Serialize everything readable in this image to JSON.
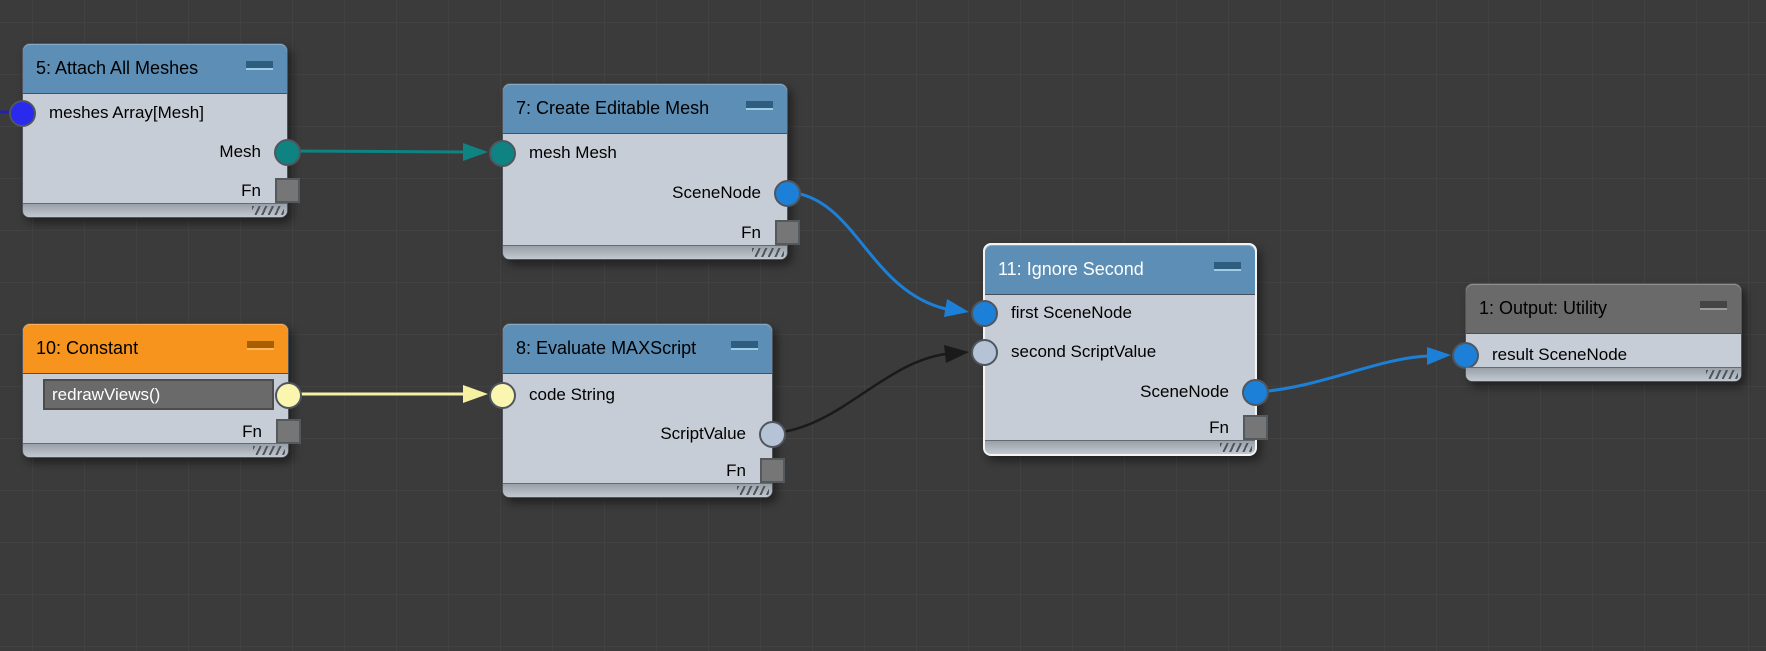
{
  "canvas": {
    "background_color": "#3b3b3b",
    "grid_color": "#424242"
  },
  "colors": {
    "header_blue": "#5d8eb5",
    "header_orange": "#f7941d",
    "header_gray": "#6a6a6a",
    "node_body": "#c7cdd6",
    "selection_border": "#f3f3f3",
    "wire_teal": "#0e8381",
    "wire_yellow": "#f5f0a2",
    "wire_blue": "#1d80d8",
    "wire_black": "#1a1a1a",
    "wire_stub_blue": "#2323b0"
  },
  "nodes": [
    {
      "id": "5",
      "title": "5: Attach All Meshes",
      "header": "blue",
      "inputs": [
        {
          "label": "meshes Array[Mesh]",
          "color": "#2a2aee"
        }
      ],
      "outputs": [
        {
          "label": "Mesh",
          "color": "#0e8381"
        }
      ],
      "fn_label": "Fn"
    },
    {
      "id": "7",
      "title": "7: Create Editable Mesh",
      "header": "blue",
      "inputs": [
        {
          "label": "mesh Mesh",
          "color": "#0e8381"
        }
      ],
      "outputs": [
        {
          "label": "SceneNode",
          "color": "#1d80d8"
        }
      ],
      "fn_label": "Fn"
    },
    {
      "id": "10",
      "title": "10: Constant",
      "header": "orange",
      "field_value": "redrawViews()",
      "outputs": [
        {
          "label": "",
          "color": "#faf6b0"
        }
      ],
      "fn_label": "Fn"
    },
    {
      "id": "8",
      "title": "8: Evaluate MAXScript",
      "header": "blue",
      "inputs": [
        {
          "label": "code String",
          "color": "#faf6b0"
        }
      ],
      "outputs": [
        {
          "label": "ScriptValue",
          "color": "#b6c3d6"
        }
      ],
      "fn_label": "Fn"
    },
    {
      "id": "11",
      "title": "11: Ignore Second",
      "header": "blue",
      "selected": true,
      "inputs": [
        {
          "label": "first SceneNode",
          "color": "#1d80d8"
        },
        {
          "label": "second ScriptValue",
          "color": "#b6c3d6"
        }
      ],
      "outputs": [
        {
          "label": "SceneNode",
          "color": "#1d80d8"
        }
      ],
      "fn_label": "Fn"
    },
    {
      "id": "1",
      "title": "1: Output: Utility",
      "header": "gray",
      "inputs": [
        {
          "label": "result SceneNode",
          "color": "#1d80d8"
        }
      ]
    }
  ],
  "wires": [
    {
      "name": "offscreen-to-meshes",
      "color": "#2323b0"
    },
    {
      "name": "mesh-out-to-mesh-in",
      "color": "#0e8381"
    },
    {
      "name": "constant-to-code",
      "color": "#f5f0a2"
    },
    {
      "name": "scenenode-to-first",
      "color": "#1d80d8"
    },
    {
      "name": "scriptvalue-to-second",
      "color": "#1a1a1a"
    },
    {
      "name": "scenenode-to-result",
      "color": "#1d80d8"
    }
  ]
}
